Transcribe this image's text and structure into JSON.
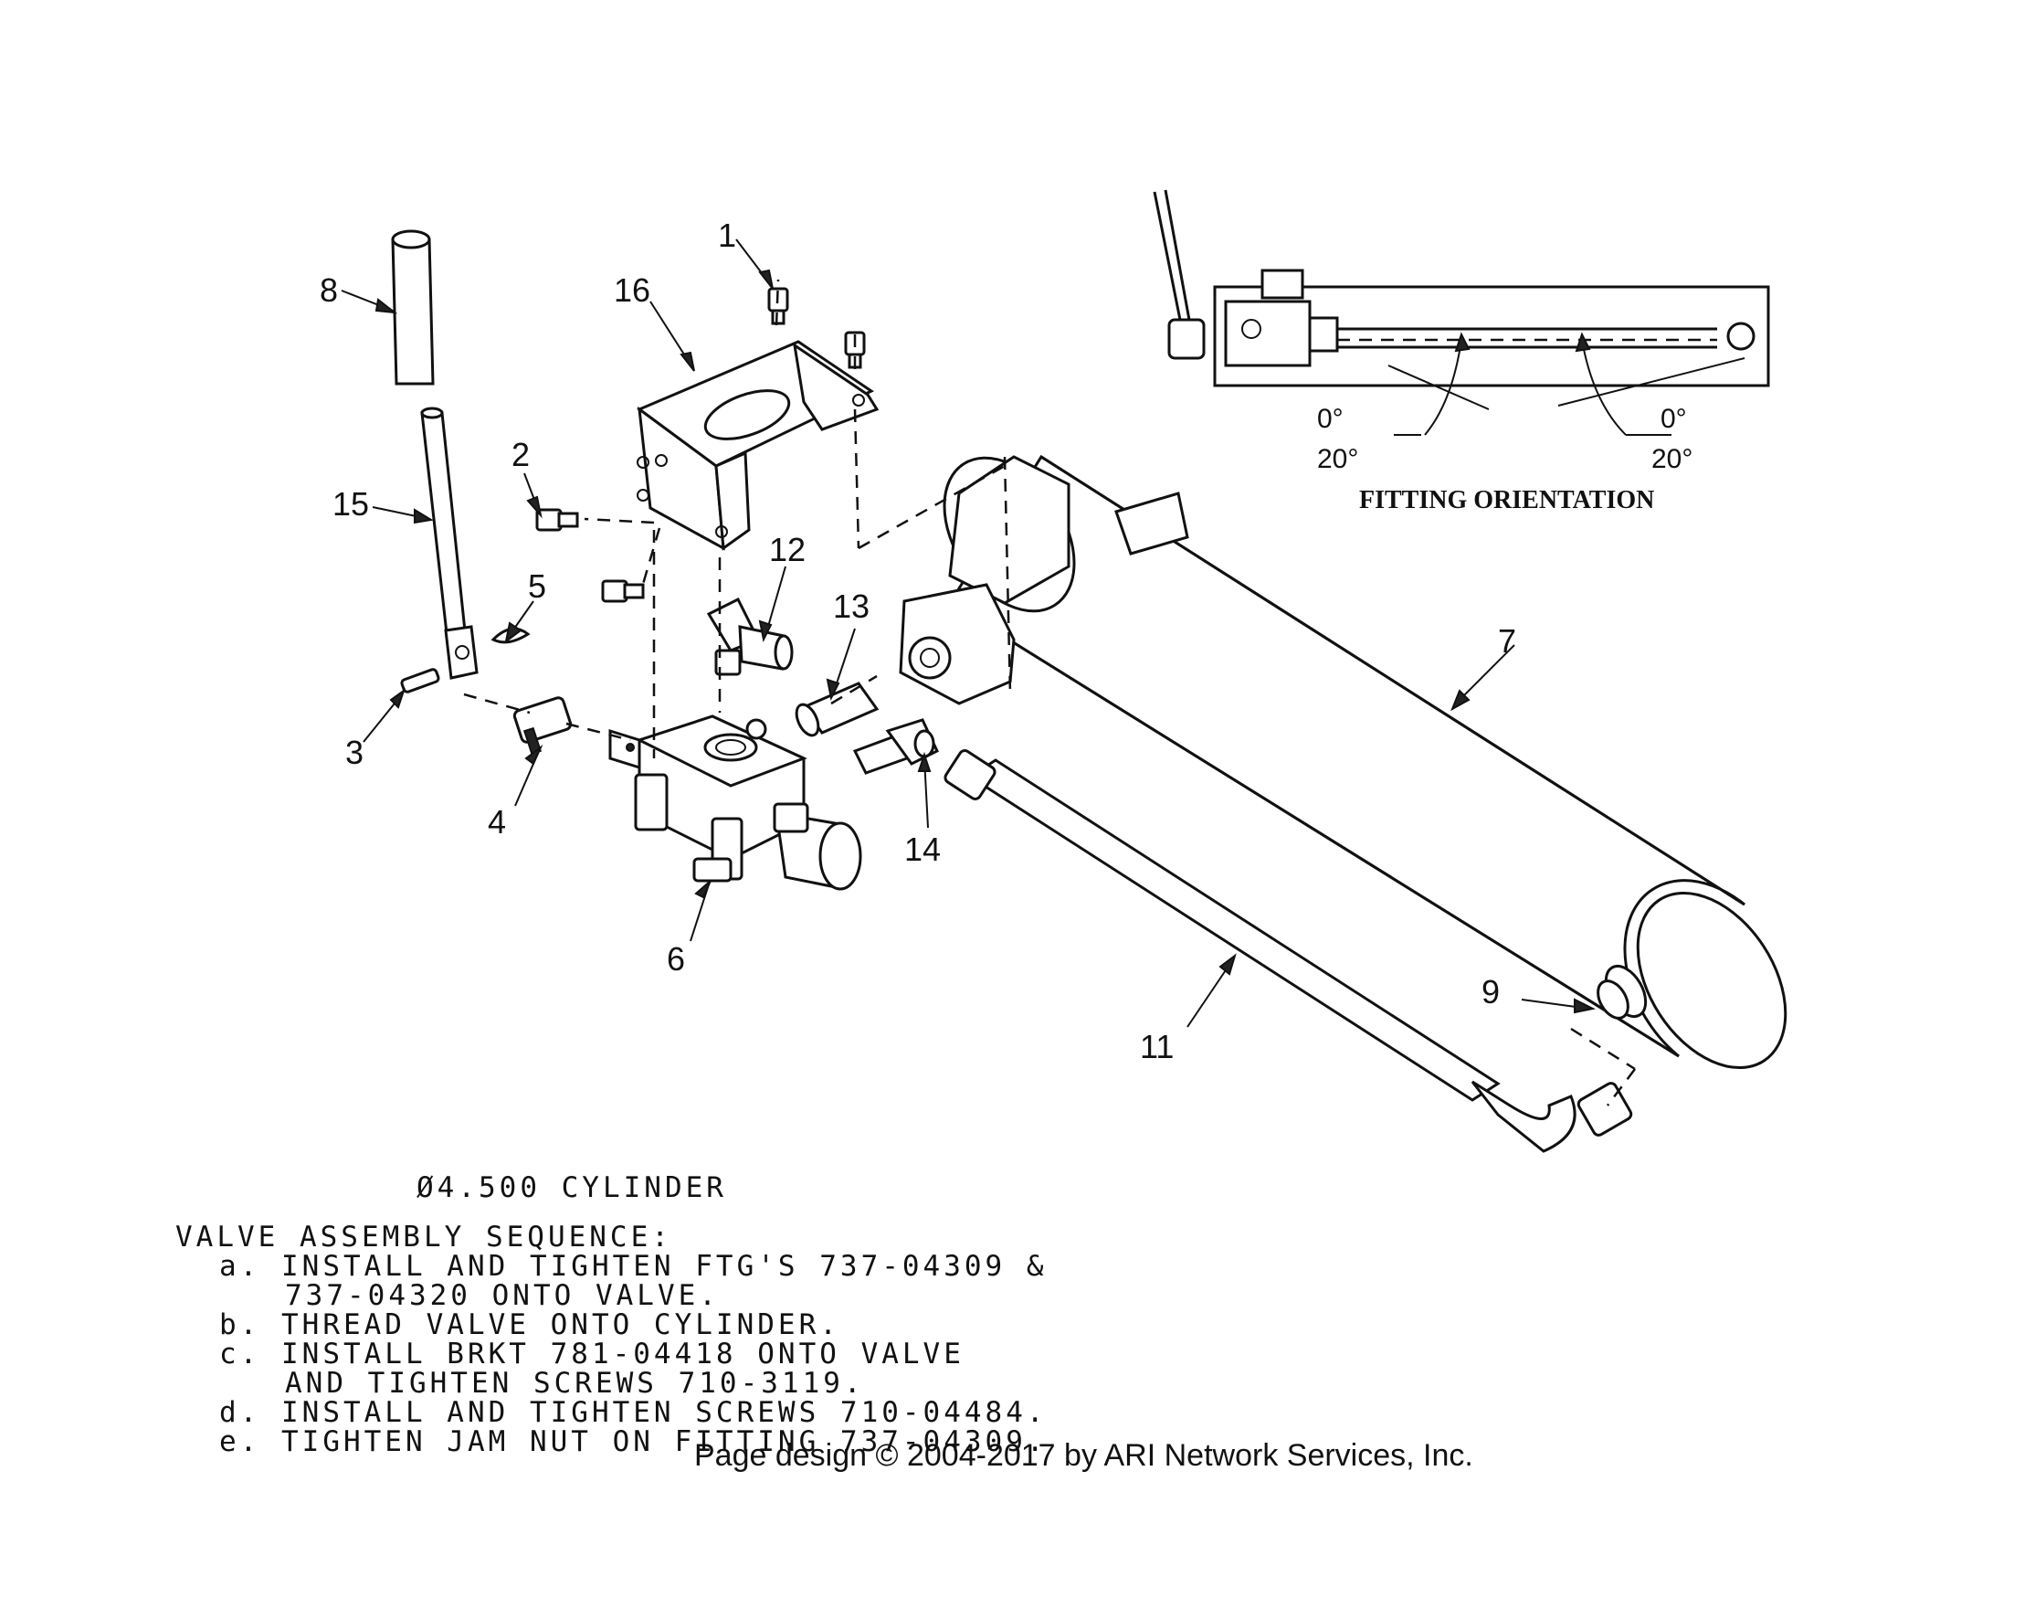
{
  "callouts": {
    "c1": "1",
    "c2": "2",
    "c3": "3",
    "c4": "4",
    "c5": "5",
    "c6": "6",
    "c7": "7",
    "c8": "8",
    "c9": "9",
    "c11": "11",
    "c12": "12",
    "c13": "13",
    "c14": "14",
    "c15": "15",
    "c16": "16"
  },
  "inset": {
    "angle_left_0": "0°",
    "angle_left_20": "20°",
    "angle_right_0": "0°",
    "angle_right_20": "20°",
    "title": "FITTING ORIENTATION"
  },
  "notes": {
    "cylinder_label": "Ø4.500 CYLINDER",
    "sequence_heading": "VALVE ASSEMBLY SEQUENCE:",
    "line_a1": "a. INSTALL AND TIGHTEN FTG'S 737-04309 &",
    "line_a2": "737-04320 ONTO VALVE.",
    "line_b": "b. THREAD VALVE ONTO CYLINDER.",
    "line_c1": "c. INSTALL BRKT 781-04418 ONTO VALVE",
    "line_c2": "AND TIGHTEN SCREWS 710-3119.",
    "line_d": "d. INSTALL AND TIGHTEN SCREWS 710-04484.",
    "line_e": "e. TIGHTEN JAM NUT ON FITTING 737-04309."
  },
  "footer": {
    "copyright": "Page design © 2004-2017 by ARI Network Services, Inc."
  }
}
